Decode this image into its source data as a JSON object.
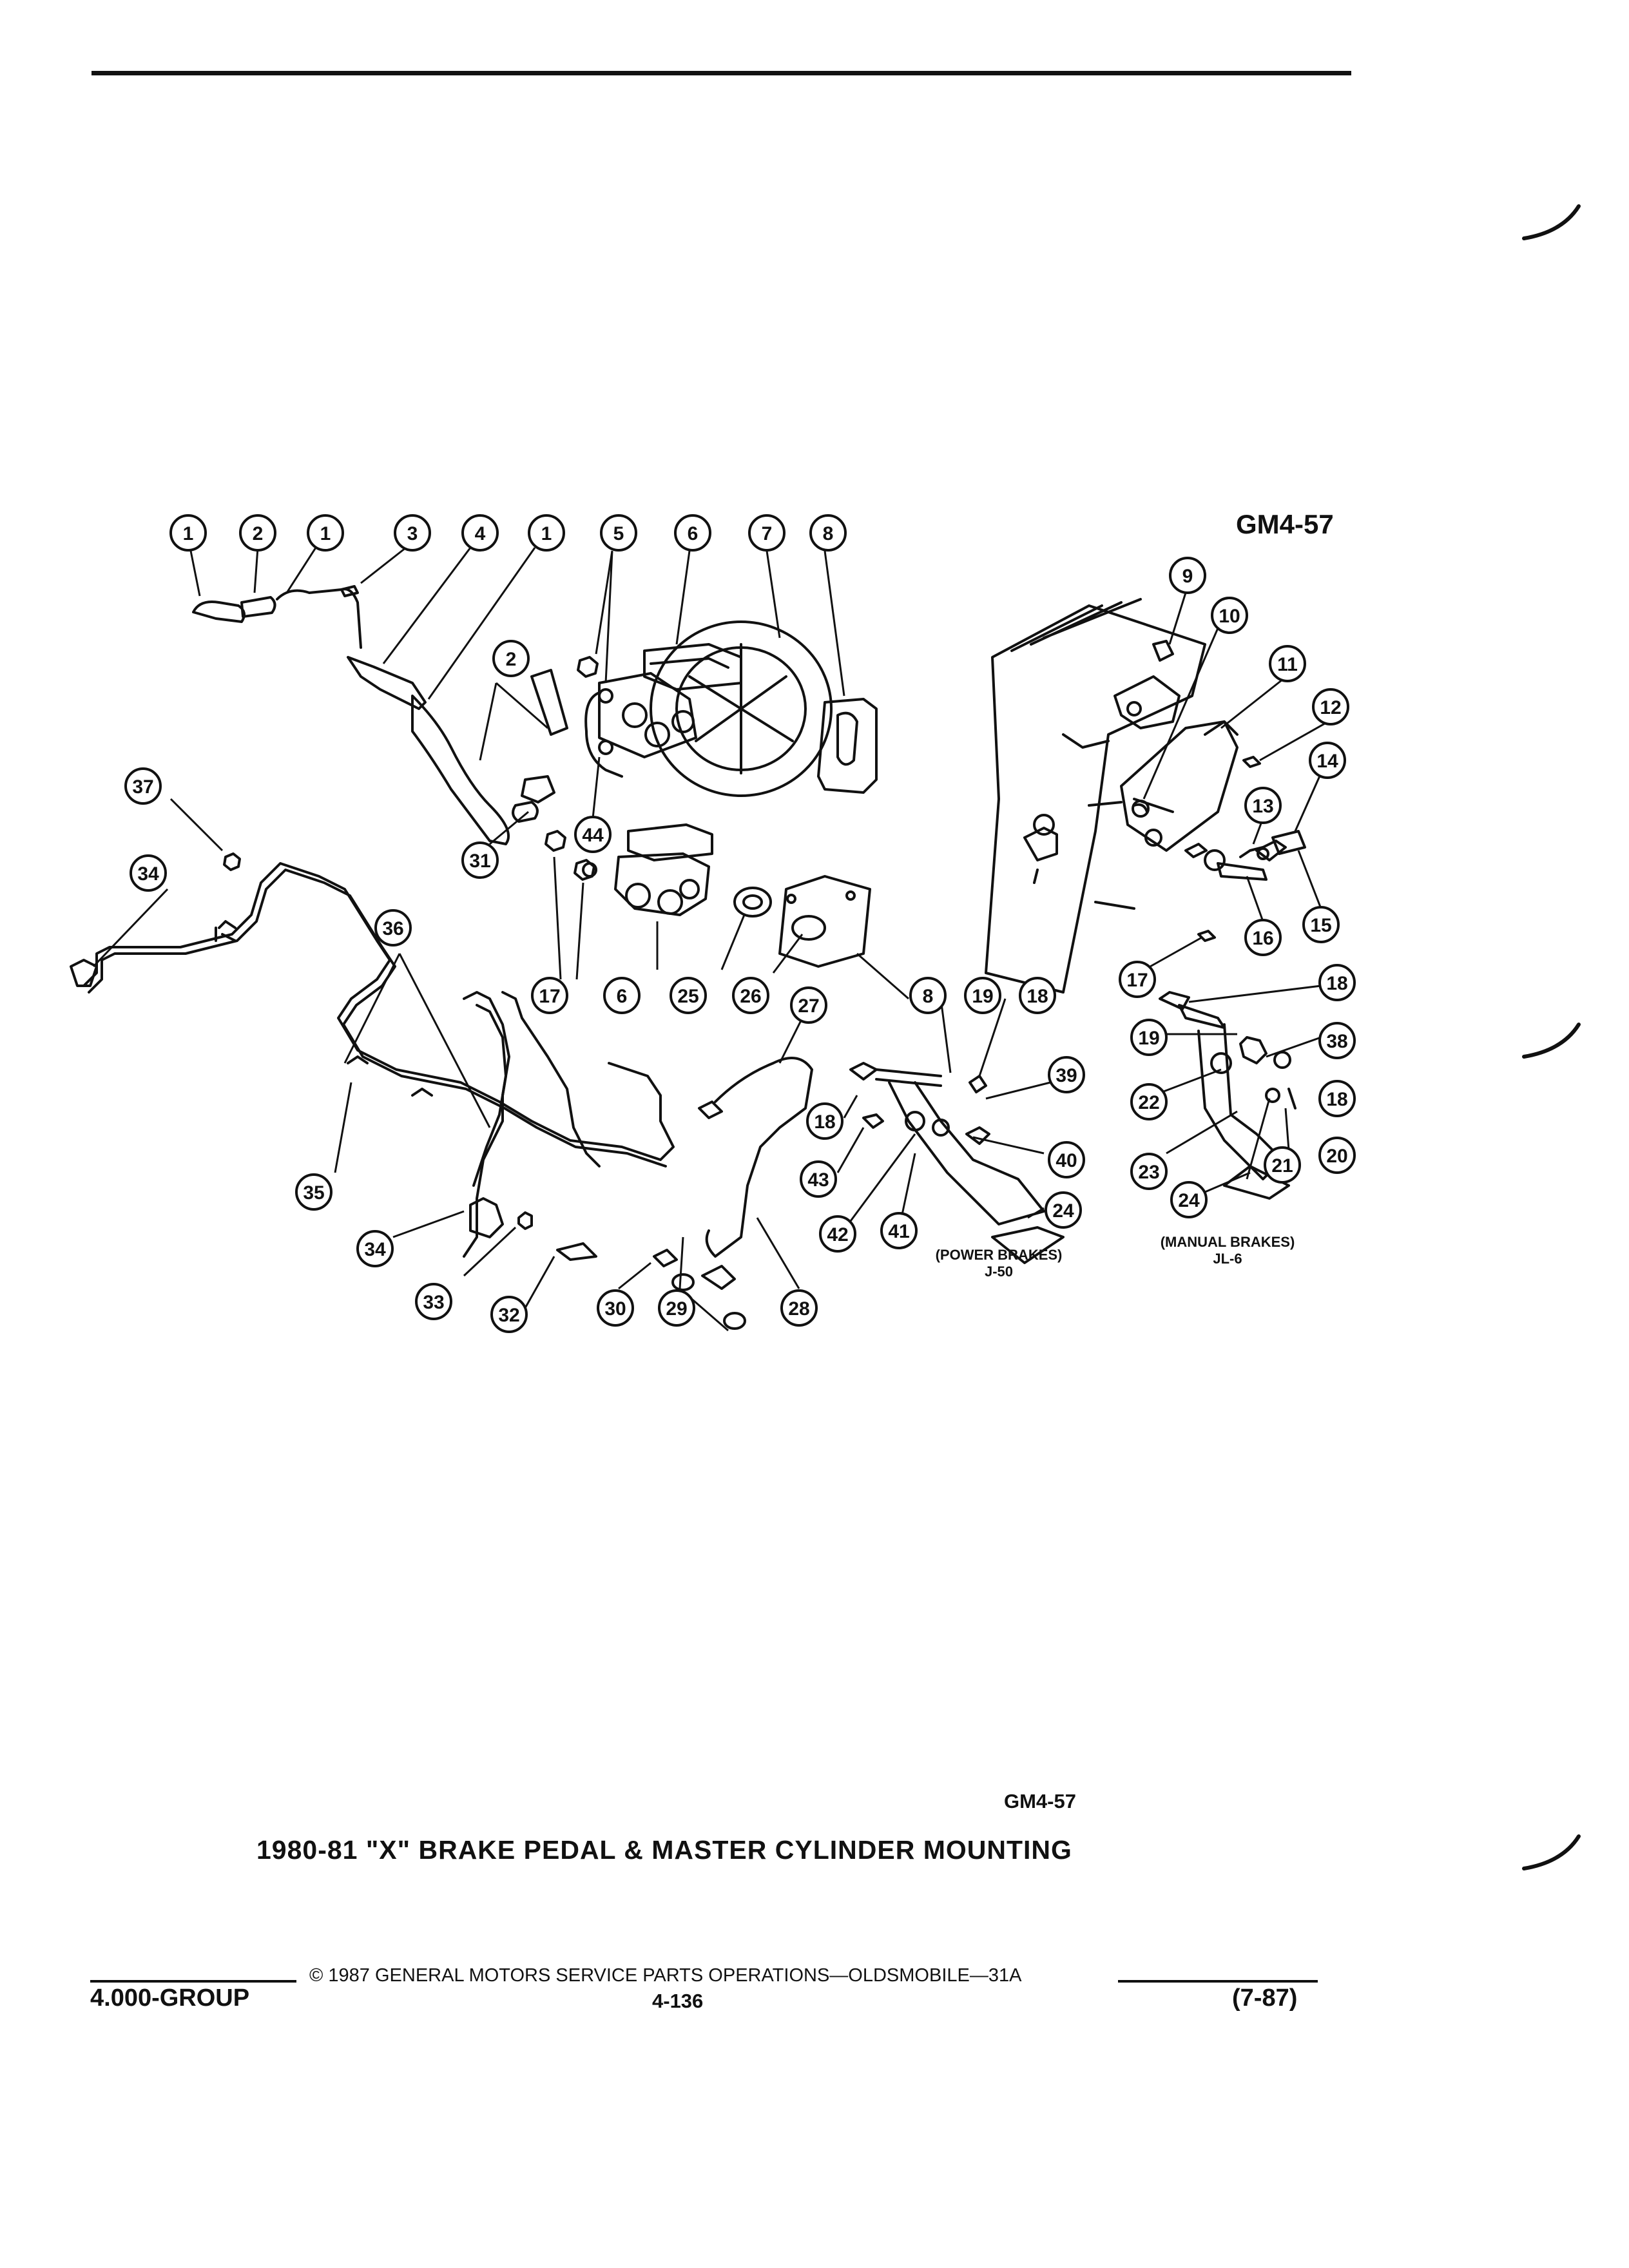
{
  "header": {
    "figure_code": "GM4-57"
  },
  "figure": {
    "notes": [
      {
        "line1": "(POWER BRAKES)",
        "line2": "J-50"
      },
      {
        "line1": "(MANUAL BRAKES)",
        "line2": "JL-6"
      }
    ],
    "callouts": [
      "1",
      "2",
      "1",
      "3",
      "4",
      "1",
      "5",
      "6",
      "7",
      "8",
      "9",
      "10",
      "11",
      "12",
      "13",
      "14",
      "15",
      "16",
      "17",
      "18",
      "19",
      "38",
      "18",
      "22",
      "20",
      "23",
      "21",
      "24",
      "2",
      "31",
      "44",
      "37",
      "34",
      "17",
      "6",
      "25",
      "26",
      "8",
      "19",
      "18",
      "27",
      "39",
      "18",
      "40",
      "43",
      "24",
      "42",
      "41",
      "36",
      "35",
      "34",
      "33",
      "32",
      "30",
      "29",
      "28"
    ]
  },
  "caption": {
    "code": "GM4-57",
    "title": "1980-81 \"X\" BRAKE PEDAL & MASTER CYLINDER MOUNTING"
  },
  "footer": {
    "copyright": "© 1987 GENERAL MOTORS SERVICE PARTS OPERATIONS—OLDSMOBILE—31A",
    "group": "4.000-GROUP",
    "page": "4-136",
    "date": "(7-87)"
  }
}
